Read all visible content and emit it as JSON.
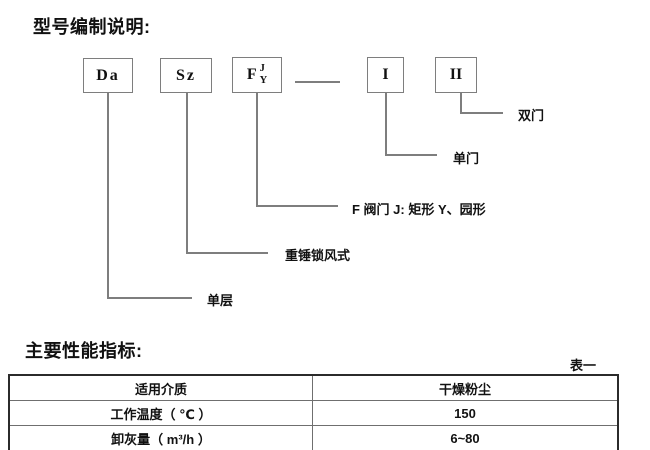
{
  "document": {
    "section1_title": "型号编制说明:",
    "section2_title": "主要性能指标:",
    "table_tag": "表一"
  },
  "diagram": {
    "boxes": {
      "da": "Da",
      "sz": "Sz",
      "f": {
        "letter": "F",
        "top": "J",
        "bottom": "Y"
      },
      "one": "I",
      "two": "II"
    },
    "callouts": {
      "double_door": "双门",
      "single_door": "单门",
      "f_valve": "F 阀门 J: 矩形 Y、园形",
      "hammer_airlock": "重锤锁风式",
      "single_layer": "单层"
    }
  },
  "performance_table": {
    "rows": [
      {
        "name": "适用介质",
        "value": "干燥粉尘"
      },
      {
        "name": "工作温度（ ℃ ）",
        "value": "150"
      },
      {
        "name": "卸灰量（ m³/h ）",
        "value": "6~80"
      }
    ]
  },
  "colors": {
    "line": "#7e7e7e",
    "text": "#1a1a1a",
    "table_border": "#2b2b2b"
  }
}
